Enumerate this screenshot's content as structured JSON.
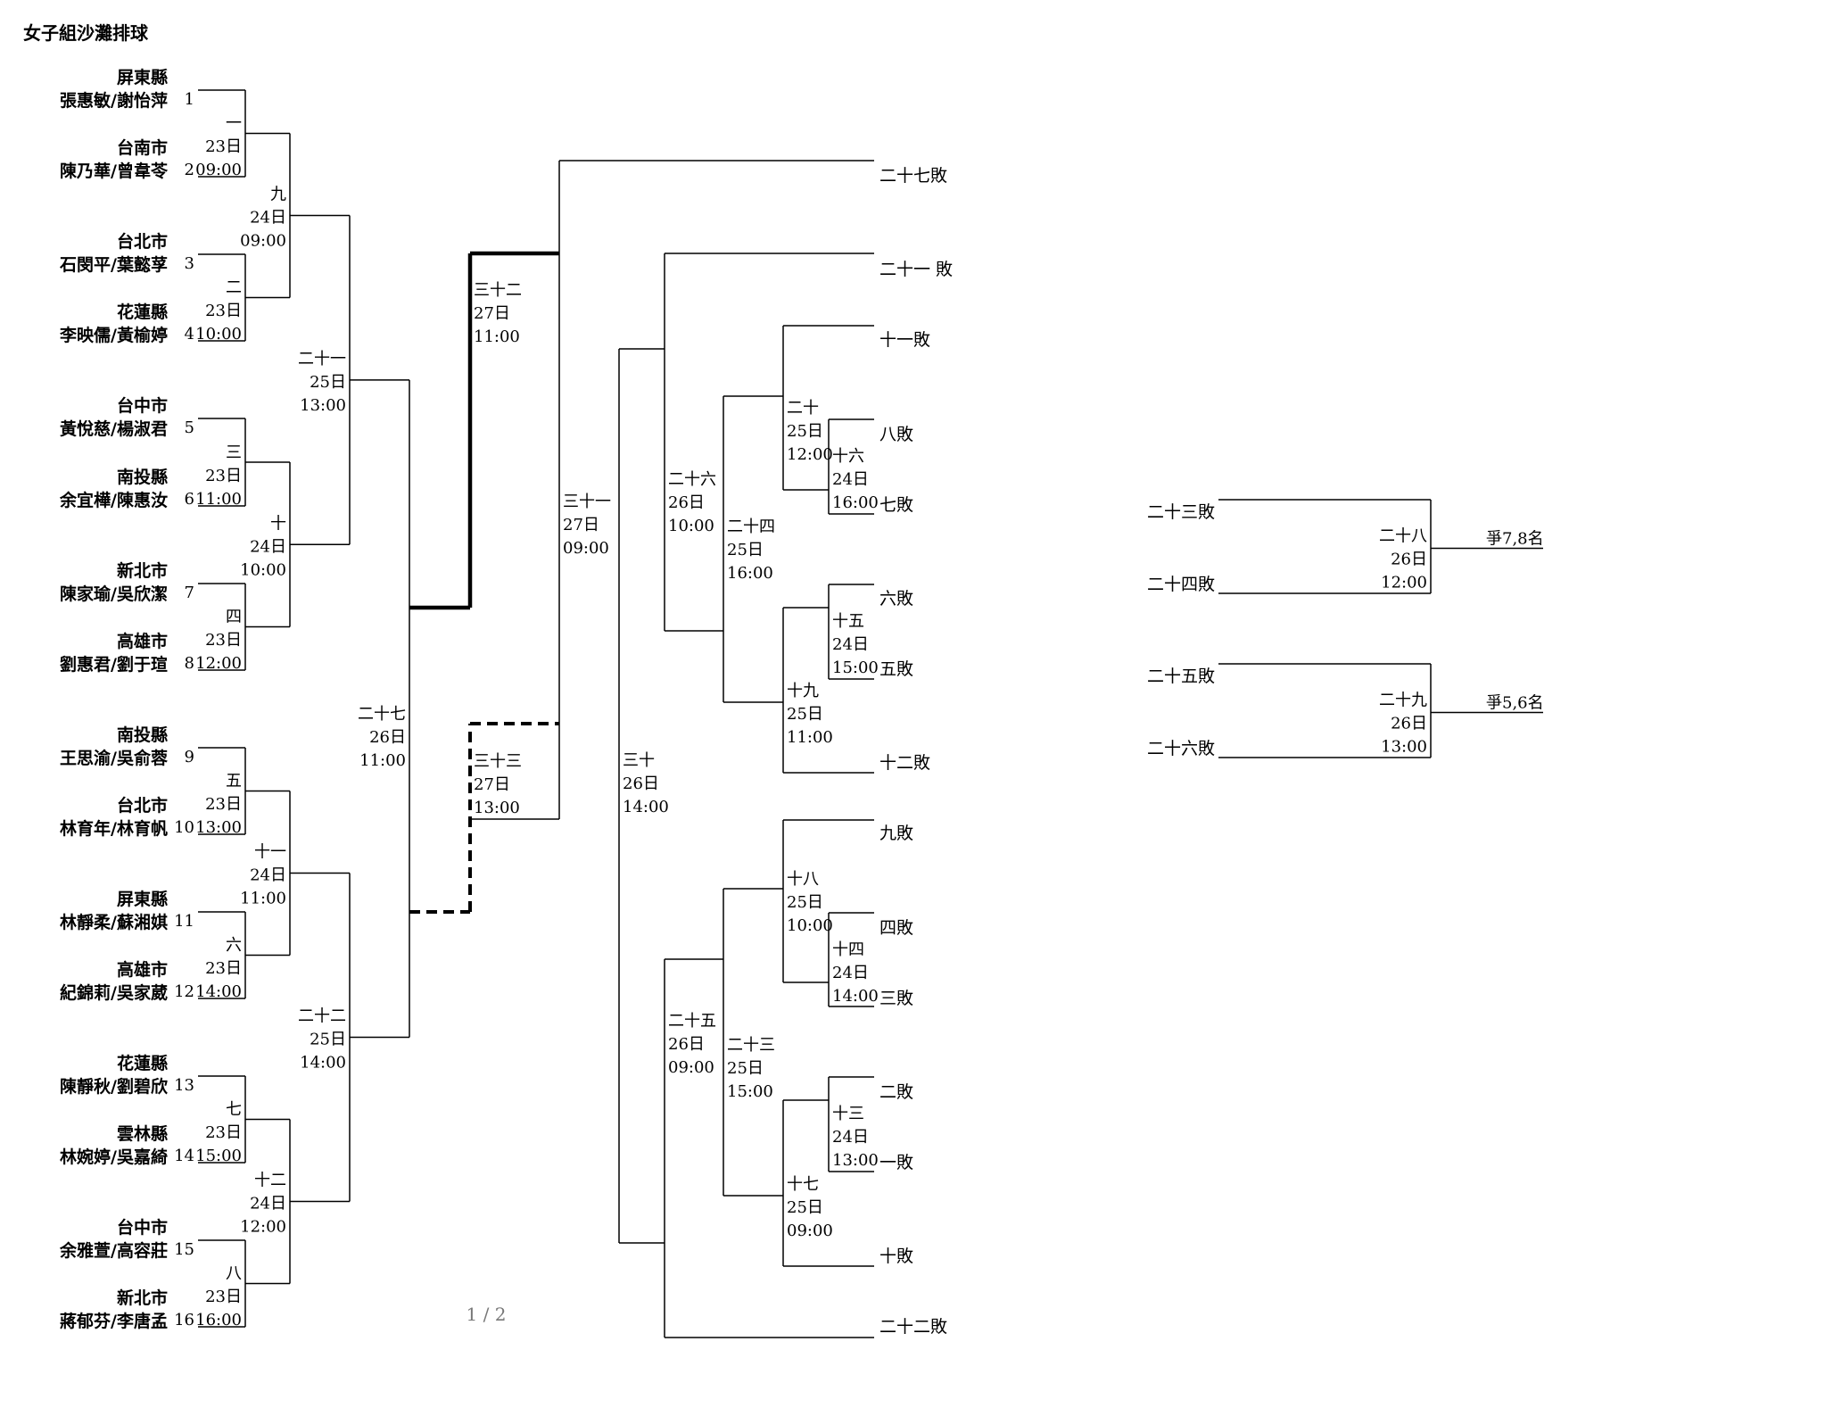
{
  "title": "女子組沙灘排球",
  "page_number": "1 / 2",
  "teams": [
    {
      "seed": "1",
      "county": "屏東縣",
      "players": "張惠敏/謝怡萍"
    },
    {
      "seed": "2",
      "county": "台南市",
      "players": "陳乃華/曾韋苓"
    },
    {
      "seed": "3",
      "county": "台北市",
      "players": "石閔平/葉懿莩"
    },
    {
      "seed": "4",
      "county": "花蓮縣",
      "players": "李映儒/黃榆婷"
    },
    {
      "seed": "5",
      "county": "台中市",
      "players": "黃悅慈/楊淑君"
    },
    {
      "seed": "6",
      "county": "南投縣",
      "players": "余宜樺/陳惠汝"
    },
    {
      "seed": "7",
      "county": "新北市",
      "players": "陳家瑜/吳欣潔"
    },
    {
      "seed": "8",
      "county": "高雄市",
      "players": "劉惠君/劉于瑄"
    },
    {
      "seed": "9",
      "county": "南投縣",
      "players": "王思渝/吳俞蓉"
    },
    {
      "seed": "10",
      "county": "台北市",
      "players": "林育年/林育帆"
    },
    {
      "seed": "11",
      "county": "屏東縣",
      "players": "林靜柔/蘇湘娸"
    },
    {
      "seed": "12",
      "county": "高雄市",
      "players": "紀錦莉/吳家葳"
    },
    {
      "seed": "13",
      "county": "花蓮縣",
      "players": "陳靜秋/劉碧欣"
    },
    {
      "seed": "14",
      "county": "雲林縣",
      "players": "林婉婷/吳嘉綺"
    },
    {
      "seed": "15",
      "county": "台中市",
      "players": "余雅萱/高容莊"
    },
    {
      "seed": "16",
      "county": "新北市",
      "players": "蔣郁芬/李唐孟"
    }
  ],
  "matches": [
    {
      "id": "m1",
      "num": "一",
      "day": "23日",
      "time": "09:00"
    },
    {
      "id": "m2",
      "num": "二",
      "day": "23日",
      "time": "10:00"
    },
    {
      "id": "m3",
      "num": "三",
      "day": "23日",
      "time": "11:00"
    },
    {
      "id": "m4",
      "num": "四",
      "day": "23日",
      "time": "12:00"
    },
    {
      "id": "m5",
      "num": "五",
      "day": "23日",
      "time": "13:00"
    },
    {
      "id": "m6",
      "num": "六",
      "day": "23日",
      "time": "14:00"
    },
    {
      "id": "m7",
      "num": "七",
      "day": "23日",
      "time": "15:00"
    },
    {
      "id": "m8",
      "num": "八",
      "day": "23日",
      "time": "16:00"
    },
    {
      "id": "m9",
      "num": "九",
      "day": "24日",
      "time": "09:00"
    },
    {
      "id": "m10",
      "num": "十",
      "day": "24日",
      "time": "10:00"
    },
    {
      "id": "m11",
      "num": "十一",
      "day": "24日",
      "time": "11:00"
    },
    {
      "id": "m12",
      "num": "十二",
      "day": "24日",
      "time": "12:00"
    },
    {
      "id": "m21",
      "num": "二十一",
      "day": "25日",
      "time": "13:00"
    },
    {
      "id": "m22",
      "num": "二十二",
      "day": "25日",
      "time": "14:00"
    },
    {
      "id": "m27",
      "num": "二十七",
      "day": "26日",
      "time": "11:00"
    },
    {
      "id": "m32",
      "num": "三十二",
      "day": "27日",
      "time": "11:00"
    },
    {
      "id": "m33",
      "num": "三十三",
      "day": "27日",
      "time": "13:00"
    },
    {
      "id": "m31",
      "num": "三十一",
      "day": "27日",
      "time": "09:00"
    },
    {
      "id": "m30",
      "num": "三十",
      "day": "26日",
      "time": "14:00"
    },
    {
      "id": "m26",
      "num": "二十六",
      "day": "26日",
      "time": "10:00"
    },
    {
      "id": "m25",
      "num": "二十五",
      "day": "26日",
      "time": "09:00"
    },
    {
      "id": "m24",
      "num": "二十四",
      "day": "25日",
      "time": "16:00"
    },
    {
      "id": "m23",
      "num": "二十三",
      "day": "25日",
      "time": "15:00"
    },
    {
      "id": "m20",
      "num": "二十",
      "day": "25日",
      "time": "12:00"
    },
    {
      "id": "m19",
      "num": "十九",
      "day": "25日",
      "time": "11:00"
    },
    {
      "id": "m18",
      "num": "十八",
      "day": "25日",
      "time": "10:00"
    },
    {
      "id": "m17",
      "num": "十七",
      "day": "25日",
      "time": "09:00"
    },
    {
      "id": "m16",
      "num": "十六",
      "day": "24日",
      "time": "16:00"
    },
    {
      "id": "m15",
      "num": "十五",
      "day": "24日",
      "time": "15:00"
    },
    {
      "id": "m14",
      "num": "十四",
      "day": "24日",
      "time": "14:00"
    },
    {
      "id": "m13",
      "num": "十三",
      "day": "24日",
      "time": "13:00"
    },
    {
      "id": "m28",
      "num": "二十八",
      "day": "26日",
      "time": "12:00"
    },
    {
      "id": "m29",
      "num": "二十九",
      "day": "26日",
      "time": "13:00"
    }
  ],
  "loser_entries": [
    {
      "id": "l27",
      "text": "二十七敗"
    },
    {
      "id": "l21",
      "text": "二十一 敗"
    },
    {
      "id": "l11",
      "text": "十一敗"
    },
    {
      "id": "l8",
      "text": "八敗"
    },
    {
      "id": "l7",
      "text": "七敗"
    },
    {
      "id": "l6",
      "text": "六敗"
    },
    {
      "id": "l5",
      "text": "五敗"
    },
    {
      "id": "l12",
      "text": "十二敗"
    },
    {
      "id": "l9",
      "text": "九敗"
    },
    {
      "id": "l4",
      "text": "四敗"
    },
    {
      "id": "l3",
      "text": "三敗"
    },
    {
      "id": "l2",
      "text": "二敗"
    },
    {
      "id": "l1",
      "text": "一敗"
    },
    {
      "id": "l10",
      "text": "十敗"
    },
    {
      "id": "l22",
      "text": "二十二敗"
    },
    {
      "id": "l23",
      "text": "二十三敗"
    },
    {
      "id": "l24",
      "text": "二十四敗"
    },
    {
      "id": "l25",
      "text": "二十五敗"
    },
    {
      "id": "l26",
      "text": "二十六敗"
    }
  ],
  "placement_labels": [
    {
      "id": "p78",
      "text": "爭7,8名"
    },
    {
      "id": "p56",
      "text": "爭5,6名"
    }
  ]
}
